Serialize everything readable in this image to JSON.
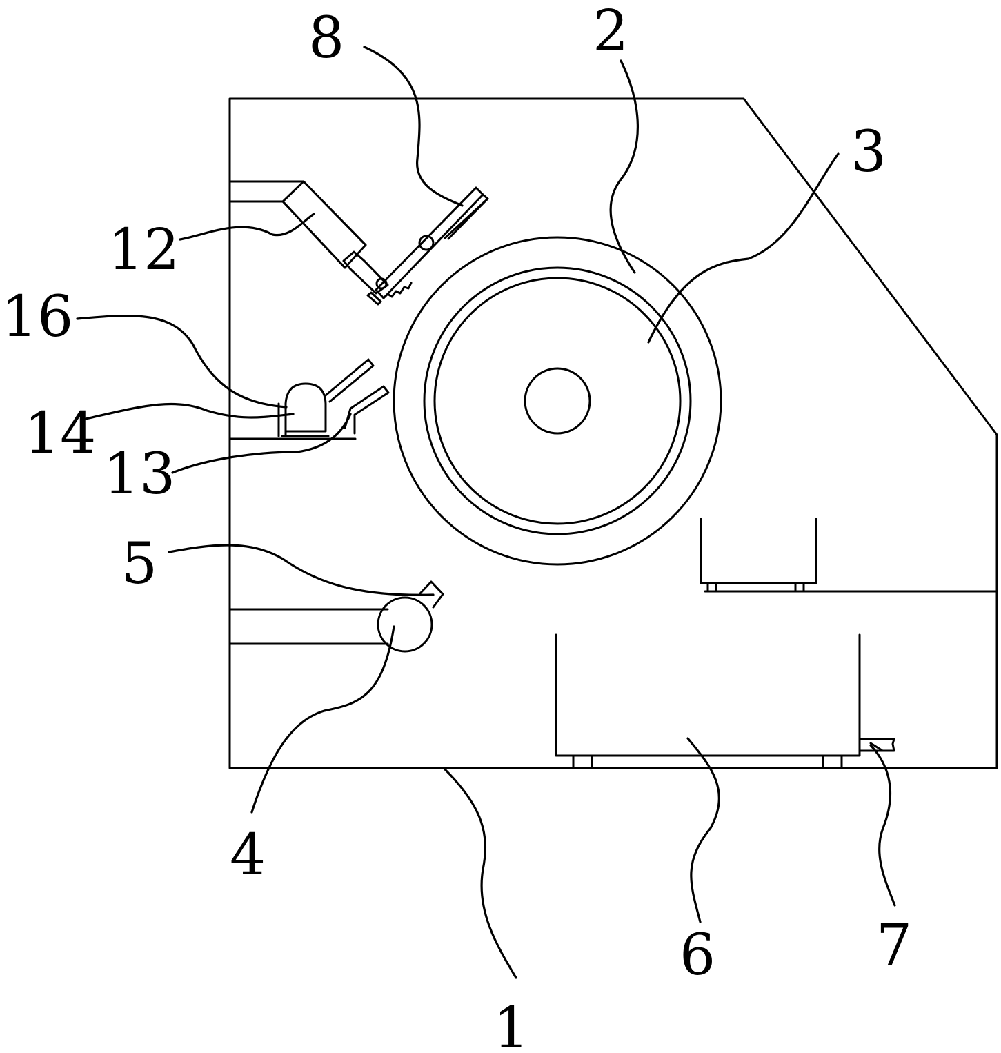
{
  "figure": {
    "callouts": [
      {
        "id": "n1",
        "text": "1"
      },
      {
        "id": "n2",
        "text": "2"
      },
      {
        "id": "n3",
        "text": "3"
      },
      {
        "id": "n4",
        "text": "4"
      },
      {
        "id": "n5",
        "text": "5"
      },
      {
        "id": "n6",
        "text": "6"
      },
      {
        "id": "n7",
        "text": "7"
      },
      {
        "id": "n8",
        "text": "8"
      },
      {
        "id": "n12",
        "text": "12"
      },
      {
        "id": "n13",
        "text": "13"
      },
      {
        "id": "n14",
        "text": "14"
      },
      {
        "id": "n16",
        "text": "16"
      }
    ],
    "line_color": "#000000",
    "background": "#ffffff"
  }
}
